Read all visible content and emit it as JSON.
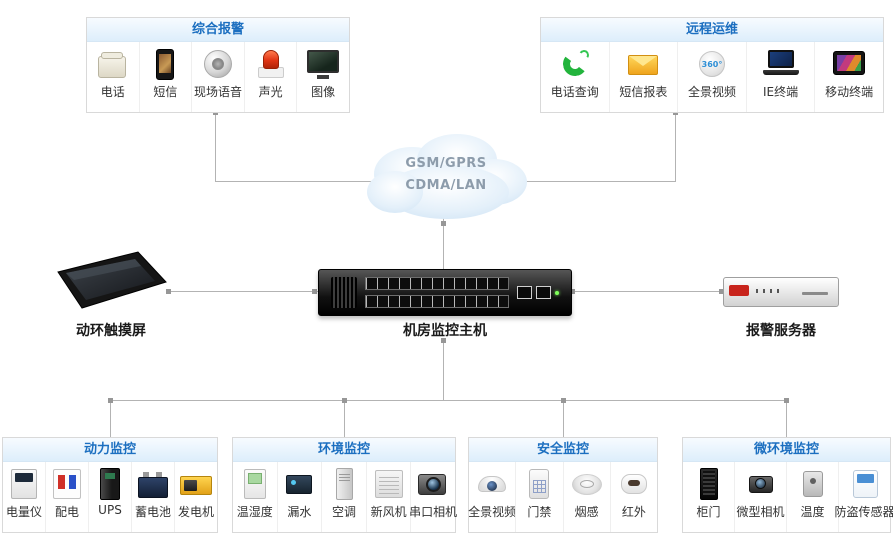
{
  "cloud": {
    "lines": [
      "GSM/GPRS",
      "CDMA/LAN"
    ]
  },
  "devices": {
    "touchscreen": {
      "label": "动环触摸屏"
    },
    "host": {
      "label": "机房监控主机"
    },
    "alarm_server": {
      "label": "报警服务器"
    }
  },
  "boxes": {
    "alarm": {
      "title": "综合报警",
      "items": [
        {
          "label": "电话",
          "icon": "desk-phone"
        },
        {
          "label": "短信",
          "icon": "smartphone"
        },
        {
          "label": "现场语音",
          "icon": "ceiling-speaker"
        },
        {
          "label": "声光",
          "icon": "strobe-alarm"
        },
        {
          "label": "图像",
          "icon": "monitor"
        }
      ]
    },
    "remote": {
      "title": "远程运维",
      "items": [
        {
          "label": "电话查询",
          "icon": "green-handset"
        },
        {
          "label": "短信报表",
          "icon": "envelope"
        },
        {
          "label": "全景视频",
          "icon": "camera-360",
          "icon_text": "360°"
        },
        {
          "label": "IE终端",
          "icon": "laptop"
        },
        {
          "label": "移动终端",
          "icon": "tablet"
        }
      ]
    },
    "power": {
      "title": "动力监控",
      "items": [
        {
          "label": "电量仪",
          "icon": "power-meter"
        },
        {
          "label": "配电",
          "icon": "distribution-panel"
        },
        {
          "label": "UPS",
          "icon": "ups-tower"
        },
        {
          "label": "蓄电池",
          "icon": "battery"
        },
        {
          "label": "发电机",
          "icon": "generator"
        }
      ]
    },
    "env": {
      "title": "环境监控",
      "items": [
        {
          "label": "温湿度",
          "icon": "temp-humidity-sensor"
        },
        {
          "label": "漏水",
          "icon": "leak-detector"
        },
        {
          "label": "空调",
          "icon": "air-conditioner"
        },
        {
          "label": "新风机",
          "icon": "fresh-air-unit"
        },
        {
          "label": "串口相机",
          "icon": "serial-camera"
        }
      ]
    },
    "security": {
      "title": "安全监控",
      "items": [
        {
          "label": "全景视频",
          "icon": "dome-camera"
        },
        {
          "label": "门禁",
          "icon": "access-keypad"
        },
        {
          "label": "烟感",
          "icon": "smoke-detector"
        },
        {
          "label": "红外",
          "icon": "infrared-sensor"
        }
      ]
    },
    "micro": {
      "title": "微环境监控",
      "items": [
        {
          "label": "柜门",
          "icon": "cabinet-door"
        },
        {
          "label": "微型相机",
          "icon": "micro-camera"
        },
        {
          "label": "温度",
          "icon": "temperature-sensor"
        },
        {
          "label": "防盗传感器",
          "icon": "anti-theft-sensor"
        }
      ]
    }
  },
  "colors": {
    "header_text": "#1c6fc0",
    "header_bg": "#ddeefb",
    "line": "#b3b3b3",
    "box_border": "#d9d9d9"
  }
}
